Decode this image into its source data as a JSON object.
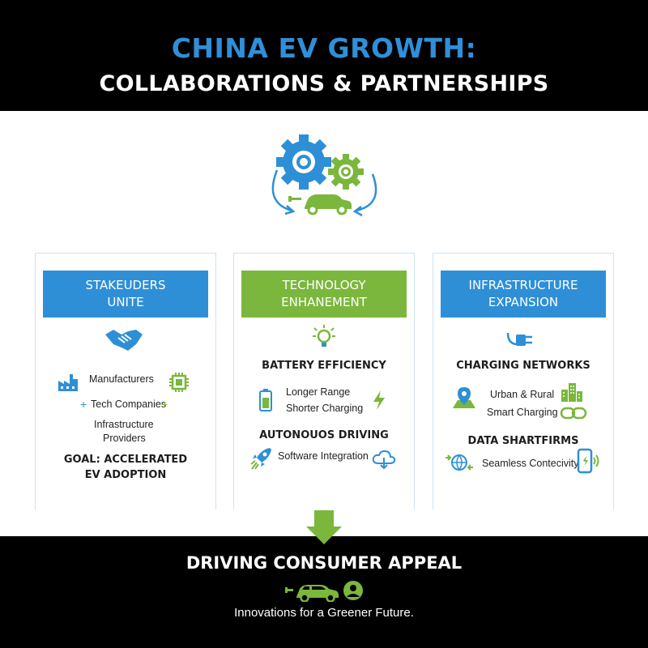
{
  "header": {
    "title": "CHINA EV GROWTH:",
    "subtitle": "COLLABORATIONS & PARTNERSHIPS"
  },
  "columns": [
    {
      "heading": "STAKEUDERS\nUNITE",
      "items": [
        "Manufacturers",
        "Tech Companies",
        "Infrastructure",
        "Providers"
      ],
      "goal_line1": "GOAL: ACCELERATED",
      "goal_line2": "EV ADOPTION",
      "plus": "+"
    },
    {
      "heading": "TECHNOLOGY\nENHANEMENT",
      "section1": "BATTERY EFFICIENCY",
      "section1_items": [
        "Longer Range",
        "Shorter Charging"
      ],
      "section2": "AUTONOUOS DRIVING",
      "section2_items": [
        "Software Integration"
      ]
    },
    {
      "heading": "INFRASTRUCTURE\nEXPANSION",
      "section1": "CHARGING NETWORKS",
      "section1_items": [
        "Urban & Rural",
        "Smart Charging"
      ],
      "section2": "DATA SHARTFIRMS",
      "section2_items": [
        "Seamless Contecivity"
      ]
    }
  ],
  "footer": {
    "title": "DRIVING CONSUMER APPEAL",
    "tagline": "Innovations for a Greener Future."
  },
  "colors": {
    "blue": "#2e8fd6",
    "green": "#7ab73c",
    "black": "#000000"
  },
  "icons": [
    "gears-icon",
    "car-icon",
    "handshake-icon",
    "factory-icon",
    "chip-icon",
    "lightbulb-icon",
    "battery-icon",
    "lightning-icon",
    "rocket-icon",
    "cloud-icon",
    "plug-icon",
    "map-pin-icon",
    "buildings-icon",
    "link-icon",
    "globe-icon",
    "phone-icon",
    "down-arrow-icon",
    "user-icon"
  ]
}
